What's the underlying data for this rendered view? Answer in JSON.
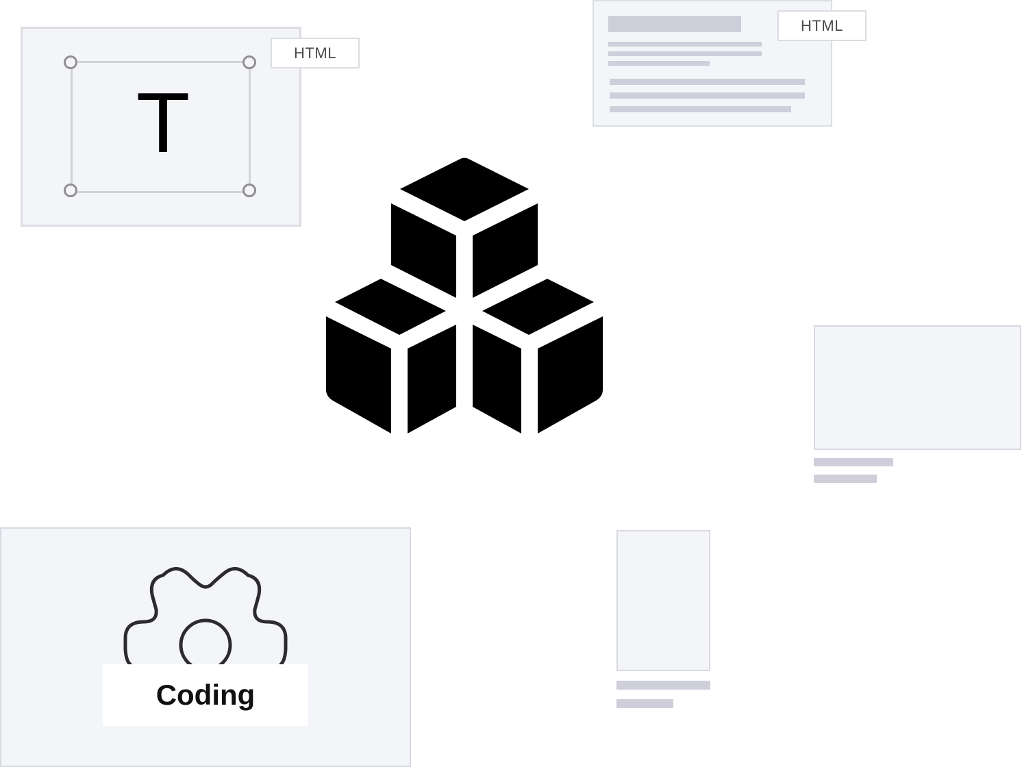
{
  "text_card": {
    "glyph": "T",
    "tag_label": "HTML",
    "icon": "text-tool-icon"
  },
  "document_card": {
    "tag_label": "HTML",
    "icon": "document-placeholder-icon"
  },
  "center": {
    "icon": "cubes-blocks-icon"
  },
  "coding_card": {
    "label": "Coding",
    "icon": "gear-icon"
  },
  "media_card_wide": {
    "icon": "image-placeholder-icon"
  },
  "media_card_tall": {
    "icon": "image-placeholder-icon"
  },
  "colors": {
    "panel_bg": "#f4f5f9",
    "panel_border": "#dcdde3",
    "placeholder_bar": "#cfcfdb",
    "icon": "#000000",
    "gear_stroke": "#2b2b30"
  }
}
